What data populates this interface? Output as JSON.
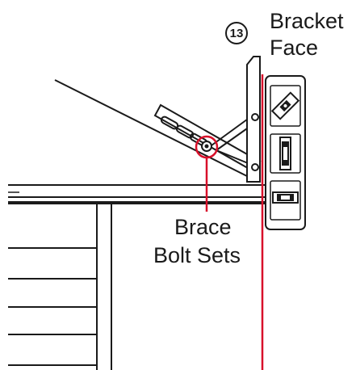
{
  "step_number": "13",
  "label_top_line1": "Bracket",
  "label_top_line2": "Face",
  "label_brace_line1": "Brace",
  "label_brace_line2": "Bolt Sets",
  "colors": {
    "line": "#1a1a1a",
    "callout": "#d8102a",
    "background": "#ffffff"
  },
  "icons": [
    "level-tool-icon",
    "bolt-icon"
  ]
}
